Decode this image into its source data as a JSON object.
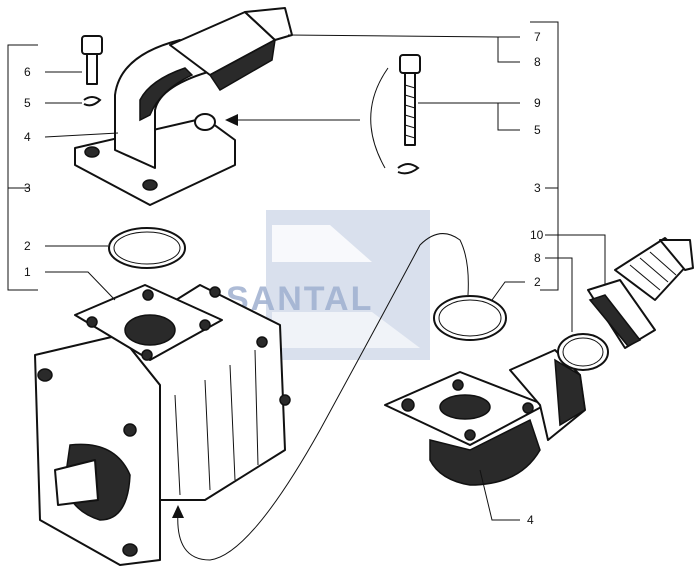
{
  "callouts": {
    "c7": "7",
    "c8a": "8",
    "c9": "9",
    "c5b": "5",
    "c3b": "3",
    "c10": "10",
    "c8b": "8",
    "c2b": "2",
    "c4b": "4",
    "c6": "6",
    "c5a": "5",
    "c4a": "4",
    "c3a": "3",
    "c2a": "2",
    "c1": "1"
  },
  "watermark": {
    "text": "SANTAL",
    "color": "#9fb0d0"
  }
}
